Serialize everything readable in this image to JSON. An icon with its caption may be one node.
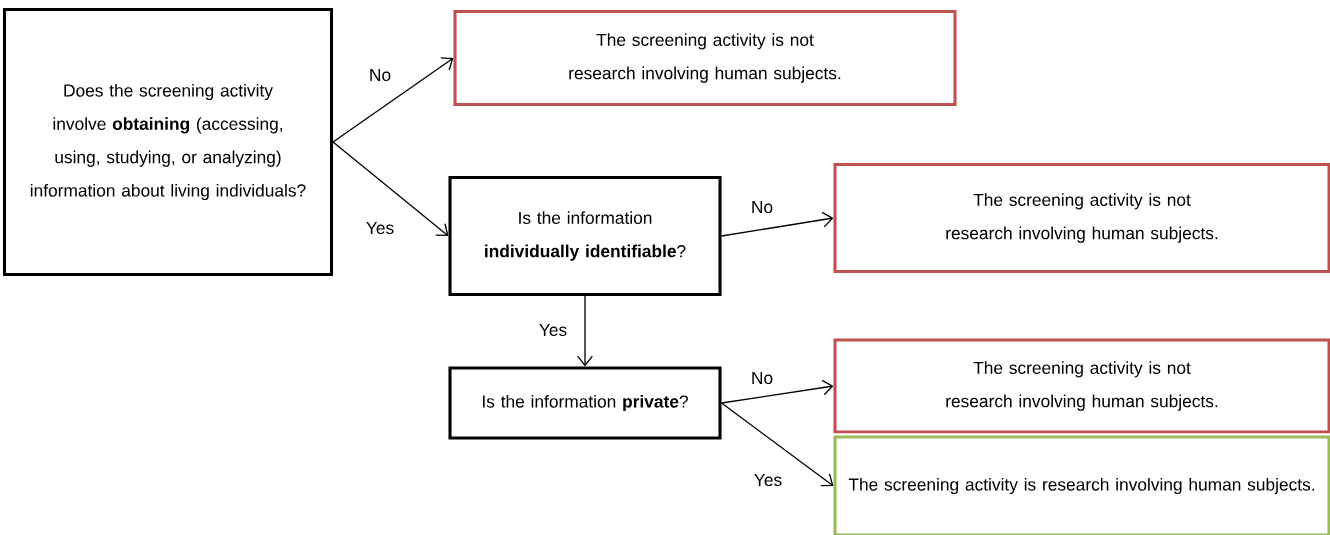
{
  "diagram": {
    "nodes": [
      {
        "text": [
          "Does the screening activity involve **obtaining** (accessing, using, studying, or analyzing) information about living individuals?"
        ]
      },
      {
        "text": [
          "The screening activity is not research involving human subjects."
        ]
      },
      {
        "text": [
          "Is the information **individually identifiable**?"
        ]
      },
      {
        "text": [
          "The screening activity is not research involving human subjects."
        ]
      },
      {
        "text": [
          "Is the information **private**?"
        ]
      },
      {
        "text": [
          "The screening activity is not research involving human subjects."
        ]
      },
      {
        "text": [
          "The screening activity is research involving human subjects."
        ]
      }
    ],
    "edges": [
      {
        "from": 0,
        "to": 1,
        "arrow": "to",
        "label": "No"
      },
      {
        "from": 0,
        "to": 2,
        "arrow": "to",
        "label": "Yes"
      },
      {
        "from": 2,
        "to": 3,
        "arrow": "to",
        "label": "No"
      },
      {
        "from": 2,
        "to": 4,
        "arrow": "to",
        "label": "Yes"
      },
      {
        "from": 4,
        "to": 5,
        "arrow": "to",
        "label": "No"
      },
      {
        "from": 4,
        "to": 6,
        "arrow": "to",
        "label": "Yes"
      }
    ]
  }
}
